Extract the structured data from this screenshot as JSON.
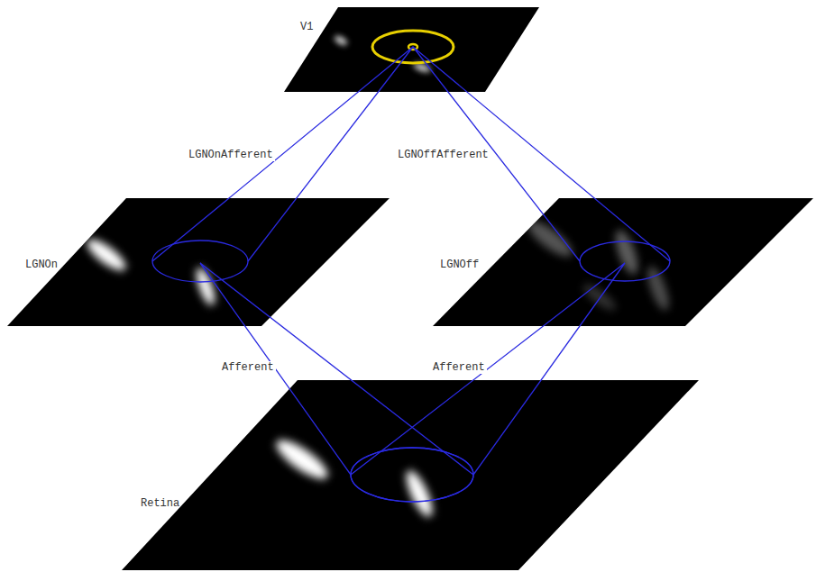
{
  "diagram": {
    "nodes": [
      {
        "text": [
          "V1"
        ]
      },
      {
        "text": [
          "LGNOn"
        ]
      },
      {
        "text": [
          "LGNOff"
        ]
      },
      {
        "text": [
          "Retina"
        ]
      }
    ],
    "edges": [
      {
        "from": 1,
        "to": 0,
        "arrow": "none",
        "label": "LGNOnAfferent"
      },
      {
        "from": 2,
        "to": 0,
        "arrow": "none",
        "label": "LGNOffAfferent"
      },
      {
        "from": 3,
        "to": 1,
        "arrow": "none",
        "label": "Afferent"
      },
      {
        "from": 3,
        "to": 2,
        "arrow": "none",
        "label": "Afferent"
      }
    ]
  }
}
